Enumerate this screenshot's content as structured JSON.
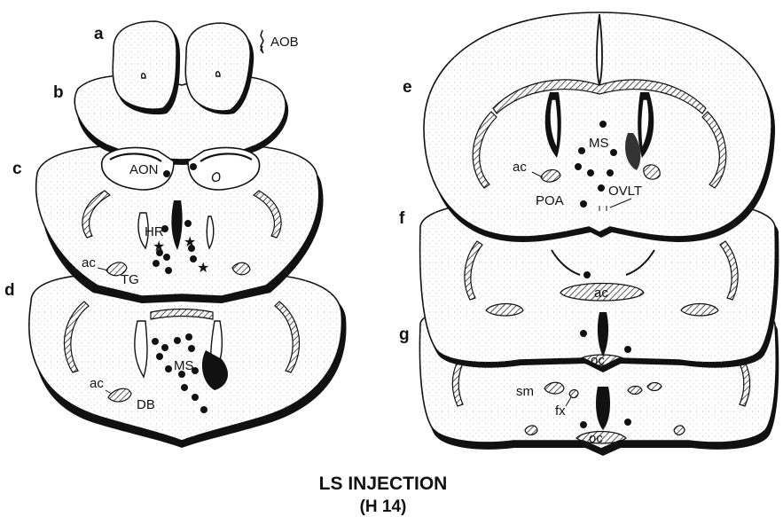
{
  "panel_labels": [
    "a",
    "b",
    "c",
    "d",
    "e",
    "f",
    "g"
  ],
  "structure_labels": {
    "aob": "AOB",
    "aon": "AON",
    "hr": "HR",
    "ac": "ac",
    "tg": "TG",
    "ms": "MS",
    "db": "DB",
    "poa": "POA",
    "ovlt": "OVLT",
    "oc": "oc",
    "sm": "sm",
    "fx": "fx"
  },
  "caption": {
    "line1": "LS INJECTION",
    "line2": "(H 14)"
  },
  "colors": {
    "ink": "#111111",
    "paper": "#ffffff",
    "stipple": "#9a9a9a"
  }
}
